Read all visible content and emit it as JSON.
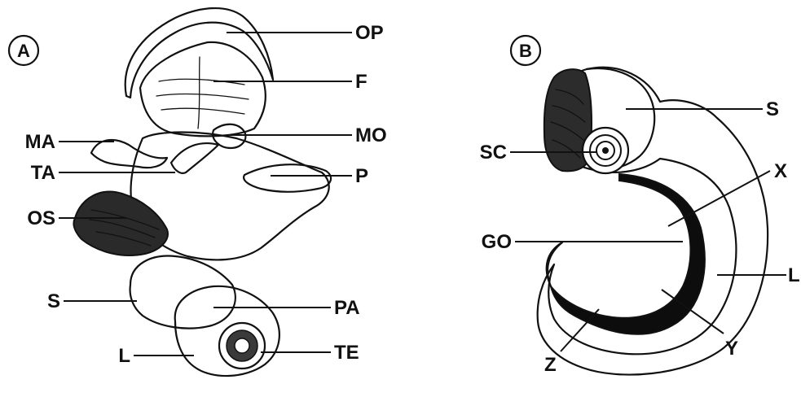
{
  "panels": {
    "a": {
      "letter": "A",
      "labels": {
        "op": "OP",
        "f": "F",
        "mo": "MO",
        "p": "P",
        "ma": "MA",
        "ta": "TA",
        "os": "OS",
        "s": "S",
        "pa": "PA",
        "l": "L",
        "te": "TE"
      }
    },
    "b": {
      "letter": "B",
      "labels": {
        "s": "S",
        "sc": "SC",
        "x": "X",
        "go": "GO",
        "l": "L",
        "y": "Y",
        "z": "Z"
      }
    }
  }
}
